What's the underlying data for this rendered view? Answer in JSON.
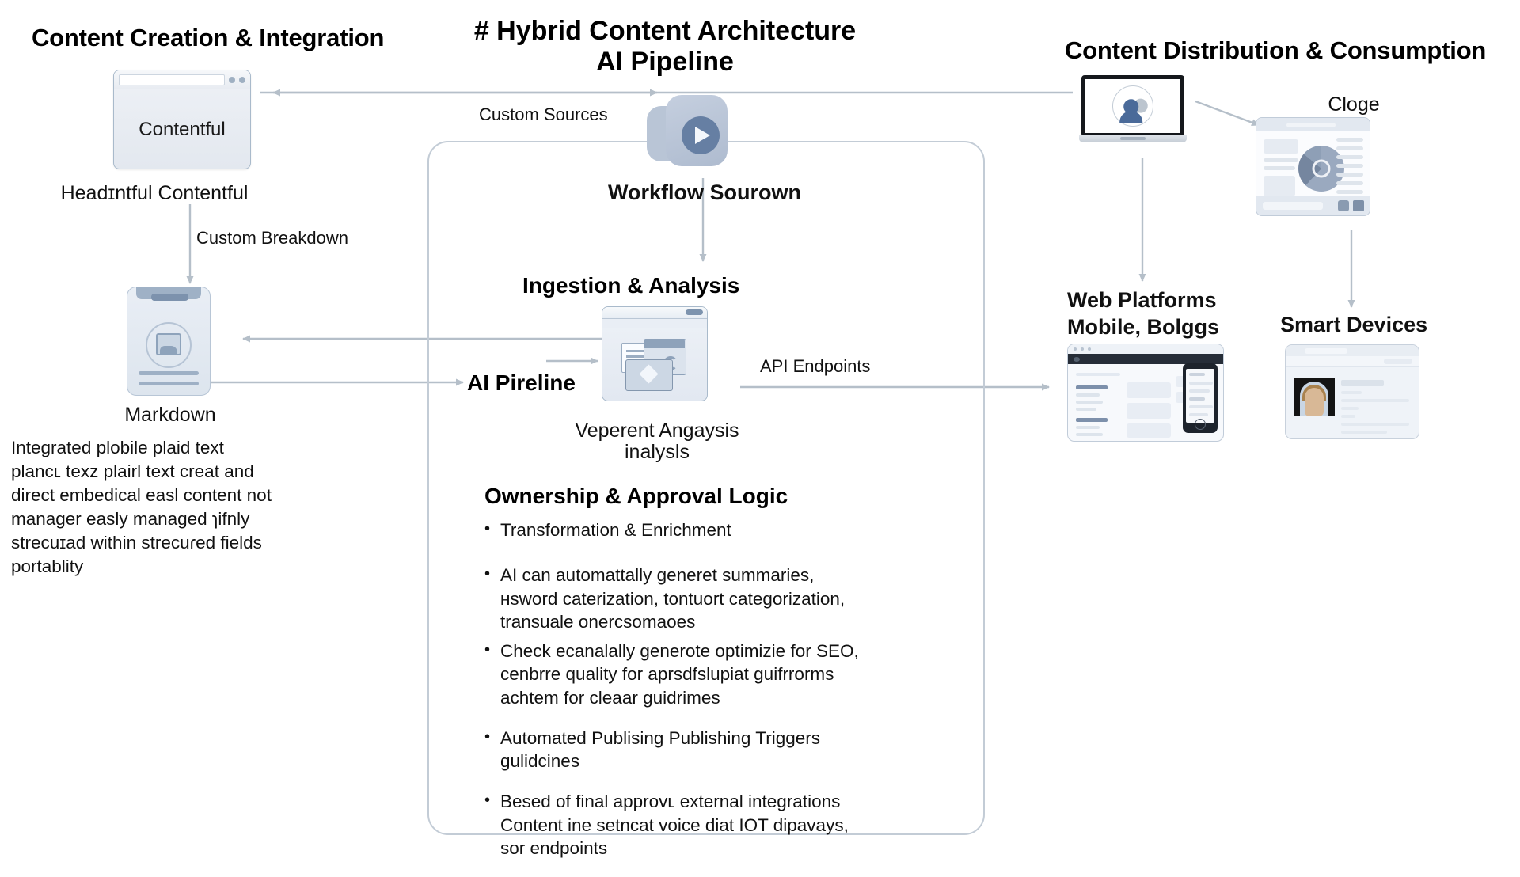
{
  "title": {
    "line1": "# Hybrid Content Architecture",
    "line2": "AI Pipeline"
  },
  "columns": {
    "left_header": "Content Creation & Integration",
    "right_header": "Content Distribution & Consumption"
  },
  "nodes": {
    "contentful": {
      "window_label": "Contentful",
      "caption": "Headɪntful Contentful"
    },
    "markdown": {
      "caption": "Markdown",
      "description": [
        "Integrated plobile plaid text",
        "plancʟ texz plairl text creat and",
        "direct embedical easl content not",
        "manager easly managed ɿifnly",
        "strecuɪad within strecuɾed fields",
        "portablity"
      ]
    },
    "workflow": {
      "caption": "Workflow Sourown"
    },
    "ingestion": {
      "heading": "Ingestion & Analysis",
      "caption_line1": "Veperent Angaysis",
      "caption_line2": "inalysls"
    },
    "ai_pipeline": {
      "label": "AI Pireline"
    },
    "cloge": {
      "caption": "Cloge"
    },
    "web_platforms": {
      "caption_line1": "Web Platforms",
      "caption_line2": "Mobile, Bolggs"
    },
    "smart_devices": {
      "caption": "Smart Devices"
    }
  },
  "edges": {
    "custom_sources": "Custom Sources",
    "custom_breakdown": "Custom Breakdown",
    "api_endpoints": "API Endpoints"
  },
  "ownership": {
    "heading": "Ownership & Approval Logic",
    "bullets": [
      {
        "lines": [
          "Transformation & Enrichment"
        ]
      },
      {
        "lines": [
          "AI can automattally  generet summaries,",
          "ʜsword caterization, tontuort categorization,",
          "transuale onercsomaoes"
        ]
      },
      {
        "lines": [
          "Check ecanalally generote optimizie for SEO,",
          "cenbrre quality for aprsdfslupiat guifrrorms",
          "achtem for cleaar guidrimes"
        ]
      },
      {
        "lines": [
          "Automated Publising Publishing Triggers",
          "gulidcines"
        ]
      },
      {
        "lines": [
          "Besed of final approvʟ external integrations",
          "Content ine setncat voice diat IOT dipavays,",
          "sor endpoints"
        ]
      }
    ]
  },
  "colors": {
    "accent": "#667fa3",
    "wire": "#b5bfc9",
    "panel_border": "#c3ccd6",
    "text": "#111111"
  }
}
